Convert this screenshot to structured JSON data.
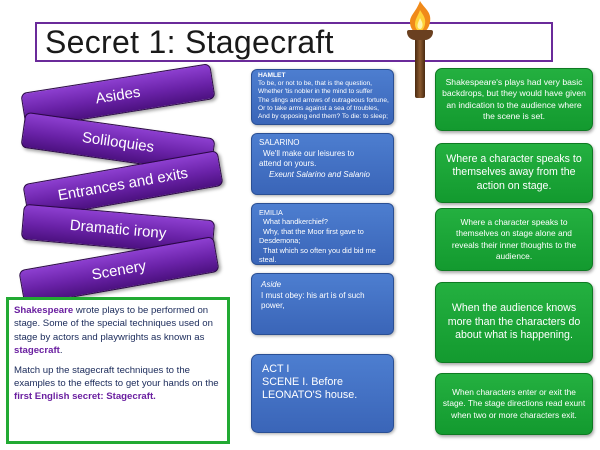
{
  "title": "Secret 1: Stagecraft",
  "techniques": [
    "Asides",
    "Soliloquies",
    "Entrances and exits",
    "Dramatic irony",
    "Scenery"
  ],
  "examples": {
    "hamlet": {
      "speaker": "HAMLET",
      "lines": [
        "To be, or not to be, that is the question,",
        "Whether 'tis nobler in the mind to suffer",
        "The slings and arrows of outrageous fortune,",
        "Or to take arms against a sea of troubles,",
        "And by opposing end them? To die: to sleep;"
      ]
    },
    "salarino": {
      "speaker": "SALARINO",
      "lines": [
        "We'll make our leisures to",
        "attend on yours."
      ],
      "direction": "Exeunt Salarino and Salanio"
    },
    "emilia": {
      "speaker": "EMILIA",
      "lines": [
        "What handkerchief?",
        "Why, that the Moor first gave to",
        "Desdemona;",
        "That which so often you did bid me",
        "steal."
      ]
    },
    "aside": {
      "direction": "Aside",
      "lines": [
        "I must obey: his art is of such",
        "power,"
      ]
    },
    "act": {
      "line1": "ACT I",
      "line2": "SCENE I. Before",
      "line3": "LEONATO'S house."
    }
  },
  "definitions": [
    "Shakespeare's plays had very basic backdrops, but they would have given an indication to the audience where the scene is set.",
    "Where a character speaks to themselves away from the action on stage.",
    "Where a character speaks to themselves on stage alone and reveals their inner thoughts to the audience.",
    "When the audience knows more than the characters do about what is happening.",
    "When characters enter or exit the stage. The stage directions read exunt when two or more characters exit."
  ],
  "intro": {
    "p1_name": "Shakespeare",
    "p1_text": " wrote plays to be performed on stage. Some of the special techniques used on stage by actors and playwrights as known as ",
    "p1_term": "stagecraft",
    "p1_end": ".",
    "p2_text": "Match up the stagecraft techniques to the examples to the effects to get your hands on the ",
    "p2_bold": "first English secret: Stagecraft."
  },
  "colors": {
    "purple": "#6a22a8",
    "blue": "#3a65b8",
    "green": "#139a2f",
    "title_border": "#6a2a9a"
  },
  "icons": {
    "torch": "torch-icon"
  }
}
